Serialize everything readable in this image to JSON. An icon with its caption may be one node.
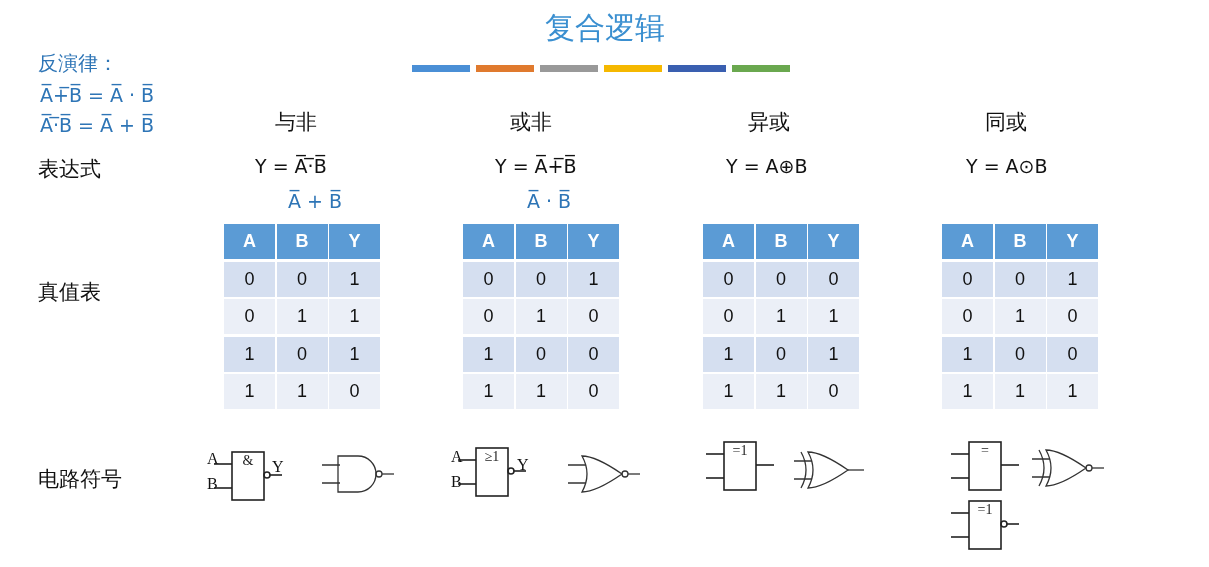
{
  "diagram": {
    "title": "复合逻辑",
    "nodes": [
      {
        "text": [
          "&"
        ]
      },
      {
        "text": [
          "≥1"
        ]
      },
      {
        "text": [
          "=1"
        ]
      },
      {
        "text": [
          "="
        ]
      },
      {
        "text": [
          "=1"
        ]
      }
    ],
    "labels": [
      "反演律：",
      "A̅+̅B̅ = A̅ · B̅",
      "A̅·̅B̅ = A̅ + B̅",
      "与非",
      "或非",
      "异或",
      "同或",
      "表达式",
      "Y = A̅·̅B̅",
      "Y = A̅+̅B̅",
      "Y = A⊕B",
      "Y = A⊙B",
      "A̅ + B̅",
      "A̅ · B̅",
      "真值表",
      "A",
      "B",
      "Y",
      "0",
      "0",
      "1",
      "0",
      "1",
      "1",
      "1",
      "0",
      "1",
      "1",
      "1",
      "0",
      "A",
      "B",
      "Y",
      "0",
      "0",
      "1",
      "0",
      "1",
      "0",
      "1",
      "0",
      "0",
      "1",
      "1",
      "0",
      "A",
      "B",
      "Y",
      "0",
      "0",
      "0",
      "0",
      "1",
      "1",
      "1",
      "0",
      "1",
      "1",
      "1",
      "0",
      "A",
      "B",
      "Y",
      "0",
      "0",
      "1",
      "0",
      "1",
      "0",
      "1",
      "0",
      "0",
      "1",
      "1",
      "1",
      "电路符号",
      "A",
      "B",
      "Y",
      "A",
      "B",
      "Y"
    ]
  }
}
